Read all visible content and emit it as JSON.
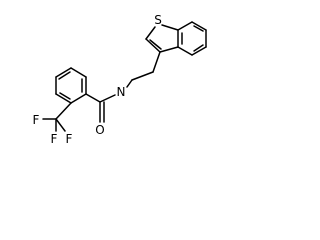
{
  "molecule": {
    "atoms": {
      "sulfur": "S",
      "nitrogen": "N",
      "oxygen": "O",
      "fluorine_1": "F",
      "fluorine_2": "F",
      "fluorine_3": "F"
    },
    "colors": {
      "bond": "#000000",
      "label": "#000000",
      "background": "#ffffff"
    }
  }
}
